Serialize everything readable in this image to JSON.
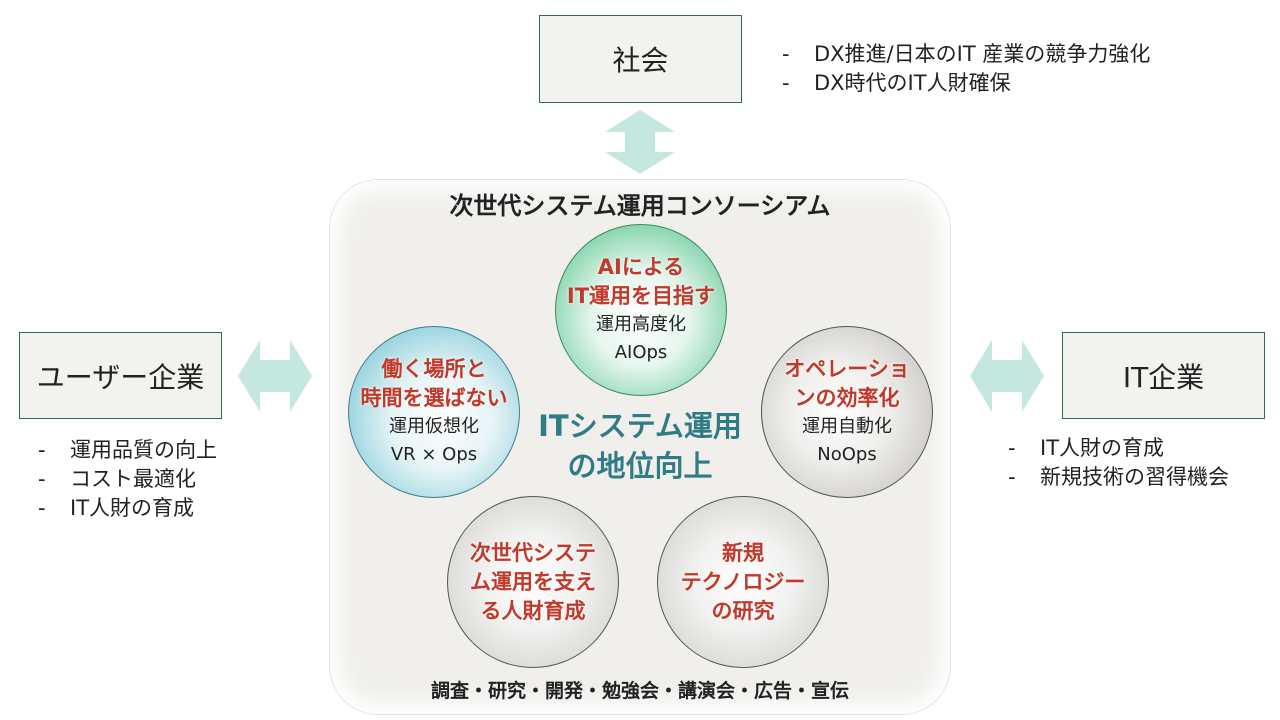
{
  "society": {
    "title": "社会",
    "bullets": [
      "DX推進/日本のIT 産業の競争力強化",
      "DX時代のIT人財確保"
    ]
  },
  "user_company": {
    "title": "ユーザー企業",
    "bullets": [
      "運用品質の向上",
      "コスト最適化",
      "IT人財の育成"
    ]
  },
  "it_company": {
    "title": "IT企業",
    "bullets": [
      "IT人財の育成",
      "新規技術の習得機会"
    ]
  },
  "consortium": {
    "title": "次世代システム運用コンソーシアム",
    "center_line1": "ITシステム運用",
    "center_line2": "の地位向上",
    "footer": "調査・研究・開発・勉強会・講演会・広告・宣伝"
  },
  "circles": {
    "ai": {
      "line1": "AIによる",
      "line2": "IT運用を目指す",
      "sub1": "運用高度化",
      "sub2": "AIOps"
    },
    "work": {
      "line1": "働く場所と",
      "line2": "時間を選ばない",
      "sub1": "運用仮想化",
      "sub2": "VR × Ops"
    },
    "op": {
      "line1": "オペレーショ",
      "line2": "ンの効率化",
      "sub1": "運用自動化",
      "sub2": "NoOps"
    },
    "hr": {
      "line1": "次世代システ",
      "line2": "ム運用を支え",
      "line3": "る人財育成"
    },
    "tech": {
      "line1": "新規",
      "line2": "テクノロジー",
      "line3": "の研究"
    }
  },
  "colors": {
    "box_border": "#2f6b52",
    "arrow": "#c4e8df",
    "accent_red": "#c0392b",
    "center_teal": "#2f7b86"
  },
  "bullet_marker": "-"
}
